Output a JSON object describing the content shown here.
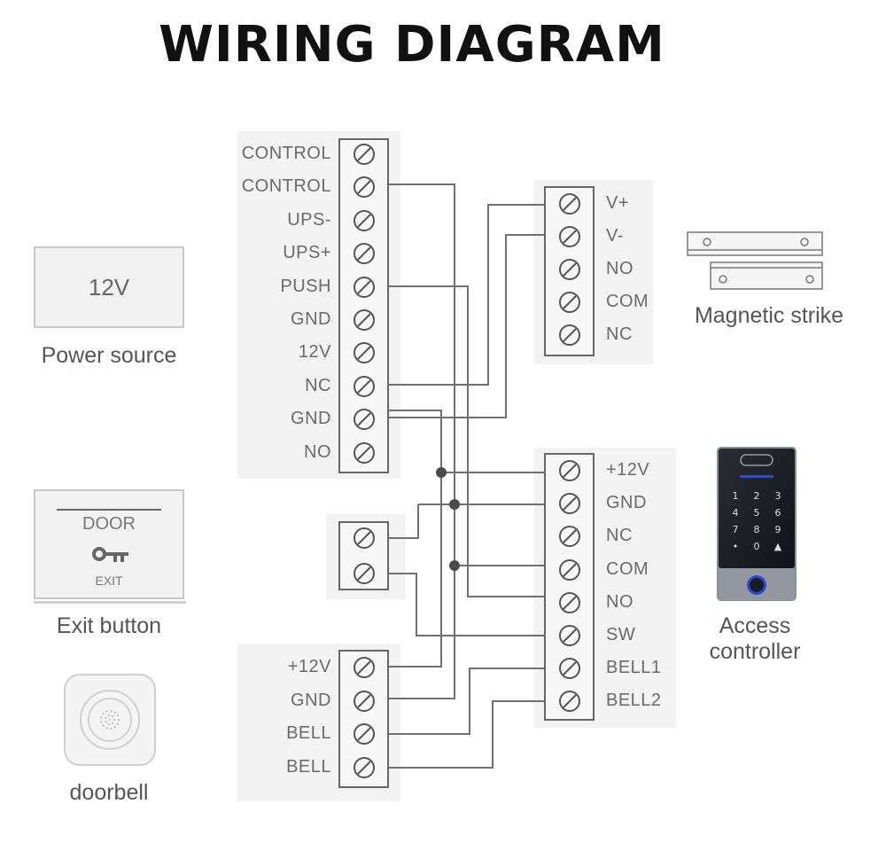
{
  "title": "WIRING DIAGRAM",
  "main_controller": {
    "terminals": [
      "CONTROL",
      "CONTROL",
      "UPS-",
      "UPS+",
      "PUSH",
      "GND",
      "12V",
      "NC",
      "GND",
      "NO"
    ]
  },
  "magnetic_strike_block": {
    "terminals": [
      "V+",
      "V-",
      "NO",
      "COM",
      "NC"
    ]
  },
  "access_controller_block": {
    "terminals": [
      "+12V",
      "GND",
      "NC",
      "COM",
      "NO",
      "SW",
      "BELL1",
      "BELL2"
    ]
  },
  "doorbell_block": {
    "terminals": [
      "+12V",
      "GND",
      "BELL",
      "BELL"
    ]
  },
  "exit_button_block": {
    "terminal_count": 2
  },
  "devices": {
    "power_source": {
      "value": "12V",
      "caption": "Power source"
    },
    "exit_button": {
      "door_text": "DOOR",
      "exit_text": "EXIT",
      "caption": "Exit button"
    },
    "doorbell": {
      "caption": "doorbell"
    },
    "magnetic_strike": {
      "caption": "Magnetic strike"
    },
    "access_controller": {
      "caption_line1": "Access",
      "caption_line2": "controller",
      "keys": [
        "1",
        "2",
        "3",
        "4",
        "5",
        "6",
        "7",
        "8",
        "9",
        "•",
        "0",
        "bell"
      ]
    }
  },
  "colors": {
    "wire": "#707070",
    "junction": "#4a4a4a",
    "reader_body": "#1d1f24",
    "reader_led": "#2a4bd6"
  }
}
